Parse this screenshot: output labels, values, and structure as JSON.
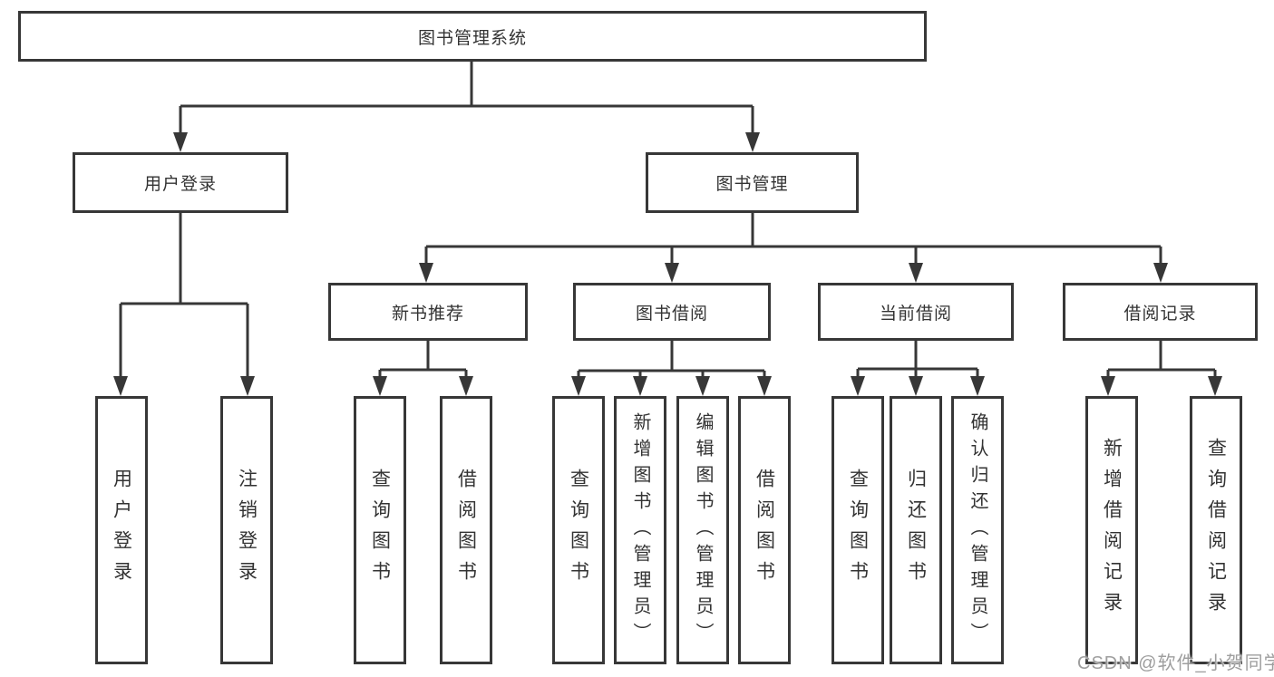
{
  "diagram": {
    "title": "图书管理系统",
    "level2": {
      "user_login": "用户登录",
      "book_mgmt": "图书管理"
    },
    "level3": {
      "new_books": "新书推荐",
      "book_borrow": "图书借阅",
      "current_borrow": "当前借阅",
      "borrow_records": "借阅记录"
    },
    "leaves": {
      "user_login_leaf": "用户登录",
      "logout": "注销登录",
      "nb_query_books": "查询图书",
      "nb_borrow_books": "借阅图书",
      "bb_query_books": "查询图书",
      "bb_add_books": "新增图书（管理员）",
      "bb_edit_books": "编辑图书（管理员）",
      "bb_borrow_books": "借阅图书",
      "cb_query_books": "查询图书",
      "cb_return_books": "归还图书",
      "cb_confirm_return": "确认归还（管理员）",
      "br_add_record": "新增借阅记录",
      "br_query_record": "查询借阅记录"
    }
  },
  "watermark": {
    "text": "CSDN @软件_小贺同学"
  },
  "colors": {
    "line": "#373737",
    "text": "#333333",
    "box_bg": "#ffffff",
    "watermark": "#9e9e9e"
  }
}
